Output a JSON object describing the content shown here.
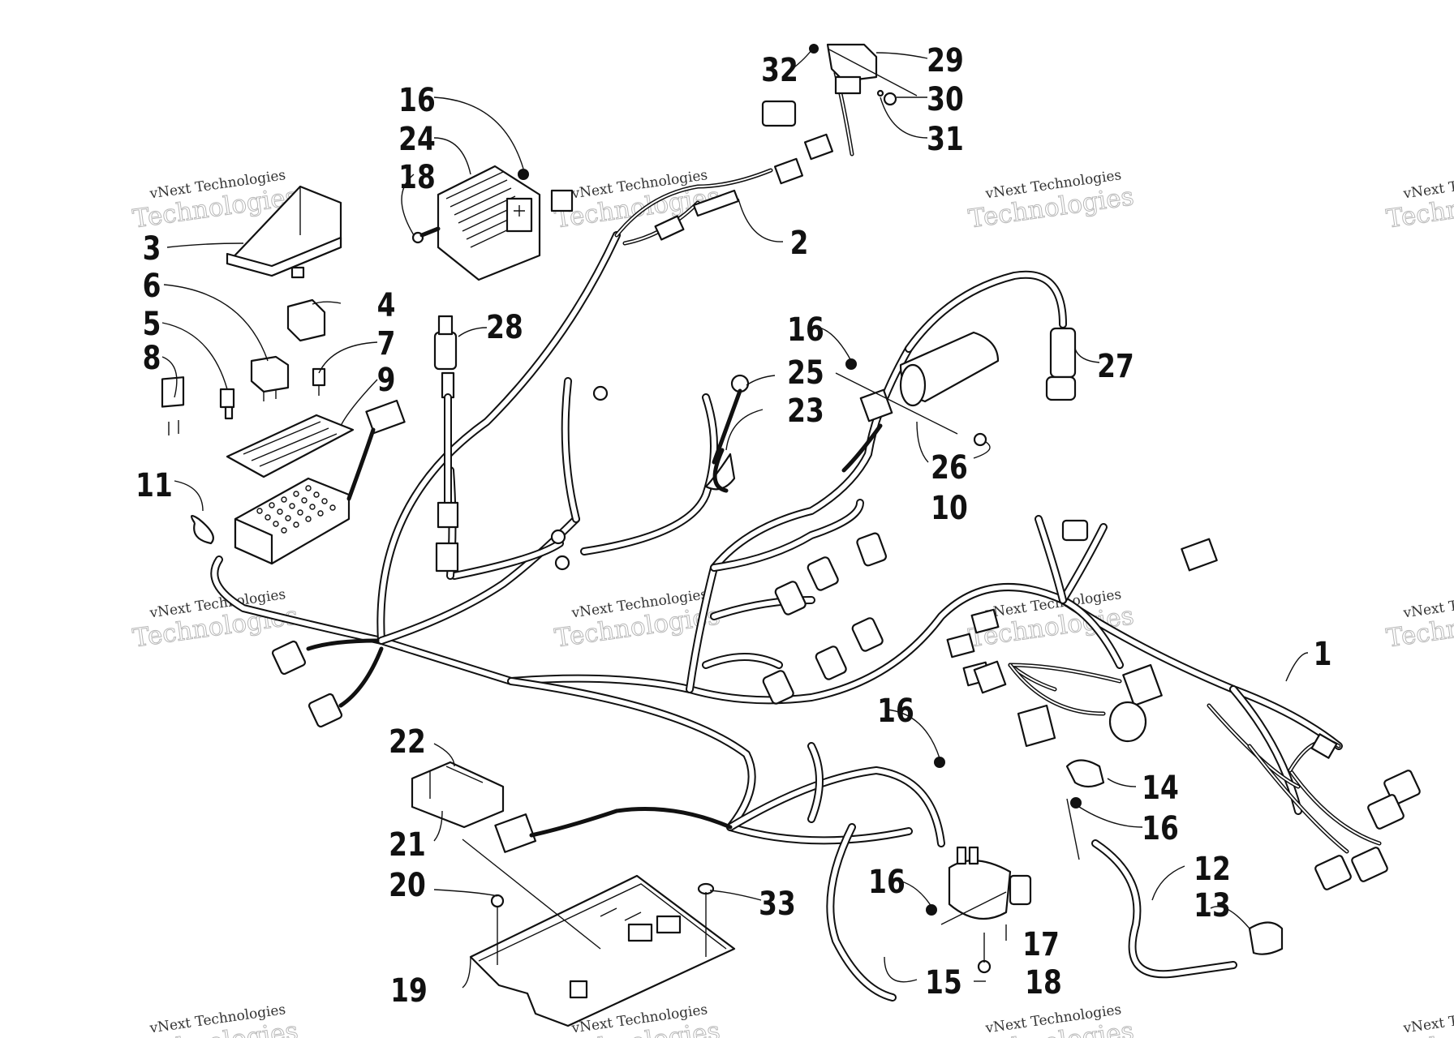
{
  "watermark": {
    "line1": "vNext Technologies",
    "line2": "Technologies"
  },
  "callouts": [
    "1",
    "2",
    "3",
    "4",
    "5",
    "6",
    "7",
    "8",
    "9",
    "10",
    "11",
    "12",
    "13",
    "14",
    "15",
    "16",
    "16",
    "16",
    "16",
    "16",
    "17",
    "18",
    "18",
    "19",
    "20",
    "21",
    "22",
    "23",
    "24",
    "25",
    "26",
    "27",
    "28",
    "29",
    "30",
    "31",
    "32",
    "33"
  ],
  "colors": {
    "ink": "#111111",
    "paper": "#ffffff",
    "watermark": "#b8b8b8"
  }
}
